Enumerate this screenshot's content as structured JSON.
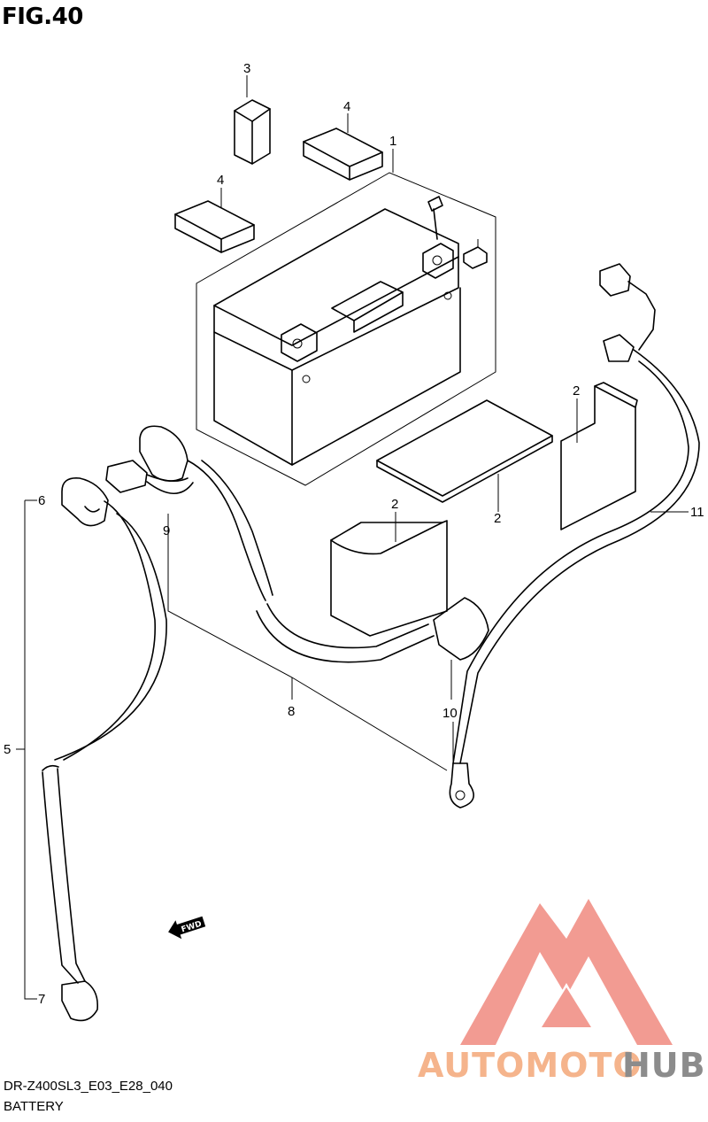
{
  "figure": {
    "title": "FIG.40",
    "model_code": "DR-Z400SL3_E03_E28_040",
    "name": "BATTERY"
  },
  "callouts": {
    "c1": "1",
    "c2a": "2",
    "c2b": "2",
    "c2c": "2",
    "c3": "3",
    "c4a": "4",
    "c4b": "4",
    "c5": "5",
    "c6": "6",
    "c7": "7",
    "c8": "8",
    "c9": "9",
    "c10": "10",
    "c11": "11"
  },
  "fwd_label": "FWD",
  "watermark": {
    "part1": "AUTOMOTO",
    "part2": "HUB",
    "color_main": "#f08a80",
    "color_accent": "#f5b48c",
    "color_dark": "#8c8c8c"
  }
}
